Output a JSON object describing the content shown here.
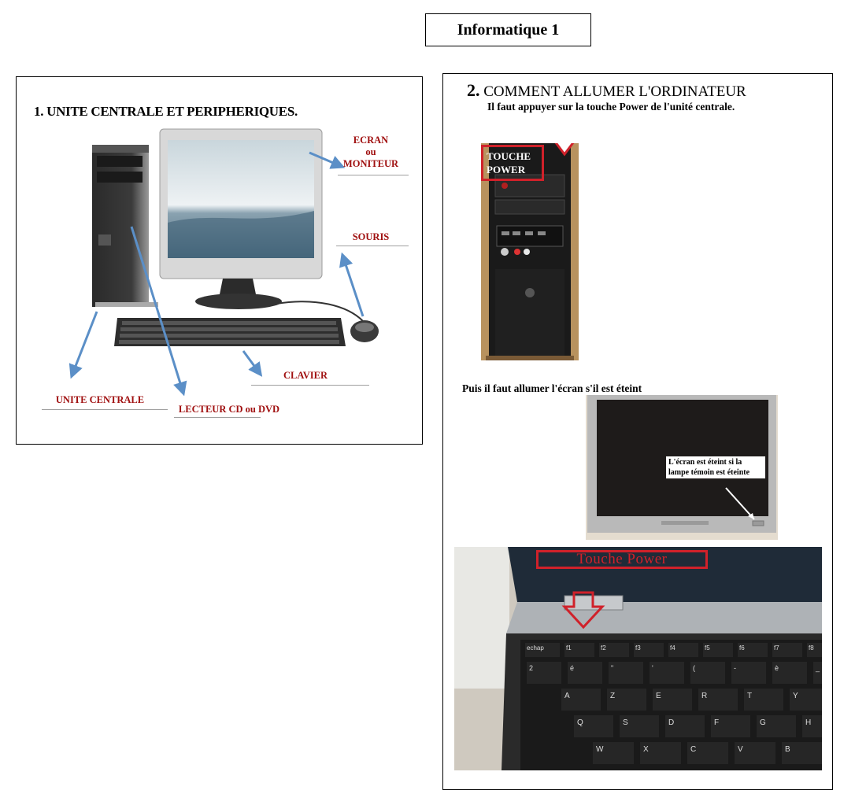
{
  "page": {
    "title": "Informatique 1"
  },
  "section1": {
    "title": "1.  UNITE CENTRALE ET PERIPHERIQUES.",
    "labels": {
      "ecran": "ECRAN",
      "ou": "ou",
      "moniteur": "MONITEUR",
      "souris": "SOURIS",
      "clavier": "CLAVIER",
      "unite_centrale": "UNITE CENTRALE",
      "lecteur": "LECTEUR CD ou DVD"
    }
  },
  "section2": {
    "number": "2.",
    "title": "COMMENT ALLUMER L'ORDINATEUR",
    "subtitle": "Il faut appuyer sur la touche Power de l'unité centrale.",
    "touche_power_box": [
      "TOUCHE",
      "POWER"
    ],
    "screen_instruction": "Puis il faut allumer l'écran  s'il est éteint",
    "screen_note": "L'écran est éteint si la lampe témoin est éteinte",
    "laptop_label": "Touche Power",
    "keys_row0": [
      "echap",
      "f1",
      "f2",
      "f3",
      "f4",
      "f5",
      "f6",
      "f7",
      "f8"
    ],
    "keys_row1": [
      "2",
      "é",
      "\"",
      "'",
      "(",
      "-",
      "è",
      "_"
    ],
    "keys_row2": [
      "A",
      "Z",
      "E",
      "R",
      "T",
      "Y"
    ],
    "keys_row3": [
      "Q",
      "S",
      "D",
      "F",
      "G",
      "H"
    ],
    "keys_row4": [
      "W",
      "X",
      "C",
      "V",
      "B"
    ]
  },
  "colors": {
    "label_red": "#a01010",
    "arrow_blue": "#5b8fc7",
    "power_red": "#d0212a"
  }
}
